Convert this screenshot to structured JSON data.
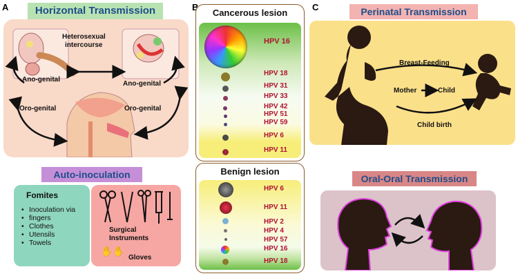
{
  "panel_a": {
    "letter": "A",
    "title": "Horizontal Transmission",
    "labels": {
      "heterosexual": "Heterosexual",
      "intercourse": "intercourse",
      "ano_left": "Ano-genital",
      "ano_right": "Ano-genital",
      "oro_left": "Oro-genital",
      "oro_right": "Oro-genital"
    },
    "auto_title": "Auto-inoculation",
    "fomites": {
      "title": "Fomites",
      "items": [
        "Inoculation via",
        "fingers",
        "Clothes",
        "Utensils",
        "Towels"
      ]
    },
    "surgical": {
      "line1": "Surgical",
      "line2": "Instruments",
      "gloves": "Gloves"
    }
  },
  "panel_b": {
    "letter": "B",
    "cancer": {
      "title": "Cancerous lesion",
      "hpv": [
        "HPV 16",
        "HPV 18",
        "HPV 31",
        "HPV 33",
        "HPV 42",
        "HPV 51",
        "HPV 59",
        "HPV 6",
        "HPV 11"
      ]
    },
    "benign": {
      "title": "Benign lesion",
      "hpv": [
        "HPV 6",
        "HPV 11",
        "HPV 2",
        "HPV 4",
        "HPV 57",
        "HPV 16",
        "HPV 18"
      ]
    }
  },
  "panel_c": {
    "letter": "C",
    "perinatal_title": "Perinatal Transmission",
    "breast": "Breast-Feeding",
    "mother": "Mother",
    "child": "Child",
    "childbirth": "Child birth",
    "oral_title": "Oral-Oral Transmission"
  },
  "colors": {
    "title_green": "#b9e2b2",
    "title_purple": "#c58fd8",
    "title_pink": "#f3b3b1",
    "title_rose": "#d98686",
    "panel_peach": "#f9d9c8",
    "panel_yellow": "#fbe08a",
    "fomites_teal": "#8fd6bf",
    "surgical_pink": "#f6a7a3",
    "hpv_red": "#b01030"
  },
  "icons": [
    "arrow-icon",
    "scissors-icon",
    "forceps-icon",
    "syringe-icon",
    "gloves-icon",
    "silhouette-icon"
  ]
}
